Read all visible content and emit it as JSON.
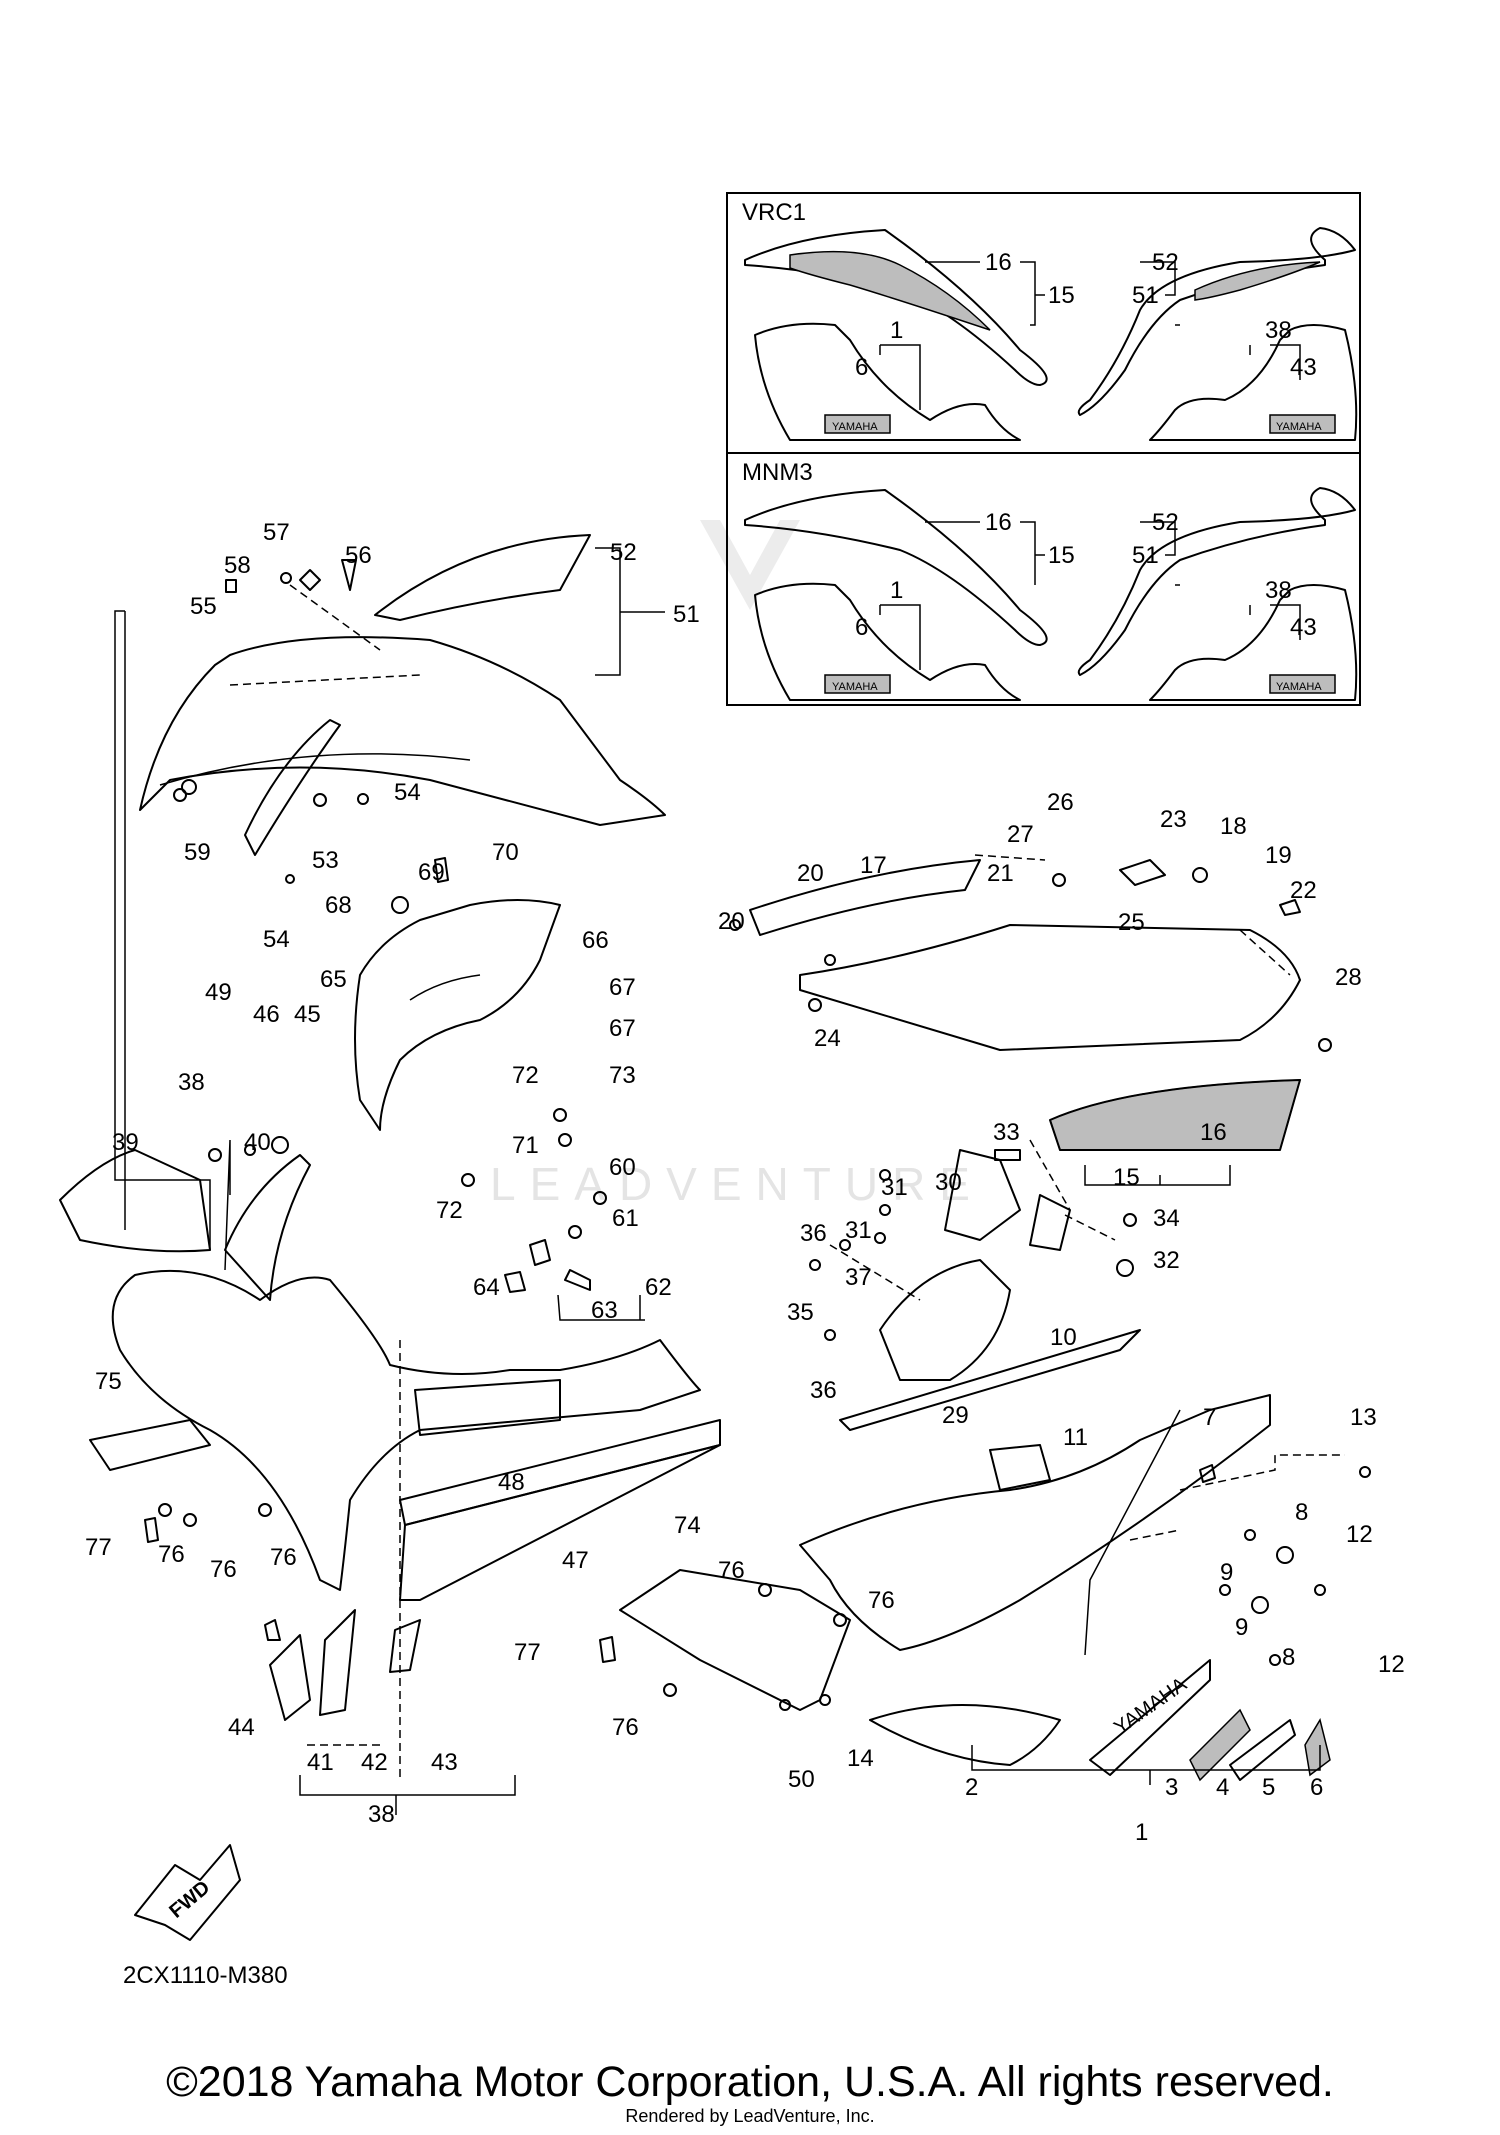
{
  "diagram": {
    "code": "2CX1110-M380",
    "fwd_label": "FWD",
    "watermark": "LEADVENTURE",
    "insets": [
      {
        "title": "VRC1",
        "labels": [
          "16",
          "15",
          "51",
          "52",
          "1",
          "6",
          "38",
          "43"
        ],
        "logo_text": "YAMAHA"
      },
      {
        "title": "MNM3",
        "labels": [
          "16",
          "15",
          "51",
          "52",
          "1",
          "6",
          "38",
          "43"
        ],
        "logo_text": "YAMAHA"
      }
    ],
    "decal_text": "YAMAHA",
    "callouts": [
      "1",
      "2",
      "3",
      "4",
      "5",
      "6",
      "7",
      "8",
      "9",
      "10",
      "11",
      "12",
      "13",
      "14",
      "15",
      "16",
      "17",
      "18",
      "19",
      "20",
      "21",
      "22",
      "23",
      "24",
      "25",
      "26",
      "27",
      "28",
      "29",
      "30",
      "31",
      "32",
      "33",
      "34",
      "35",
      "36",
      "37",
      "38",
      "39",
      "40",
      "41",
      "42",
      "43",
      "44",
      "45",
      "46",
      "47",
      "48",
      "49",
      "50",
      "51",
      "52",
      "53",
      "54",
      "55",
      "56",
      "57",
      "58",
      "59",
      "60",
      "61",
      "62",
      "63",
      "64",
      "65",
      "66",
      "67",
      "68",
      "69",
      "70",
      "71",
      "72",
      "73",
      "74",
      "75",
      "76",
      "77"
    ]
  },
  "footer": {
    "copyright": "©2018 Yamaha Motor Corporation, U.S.A. All rights reserved.",
    "rendered_by": "Rendered by LeadVenture, Inc."
  }
}
